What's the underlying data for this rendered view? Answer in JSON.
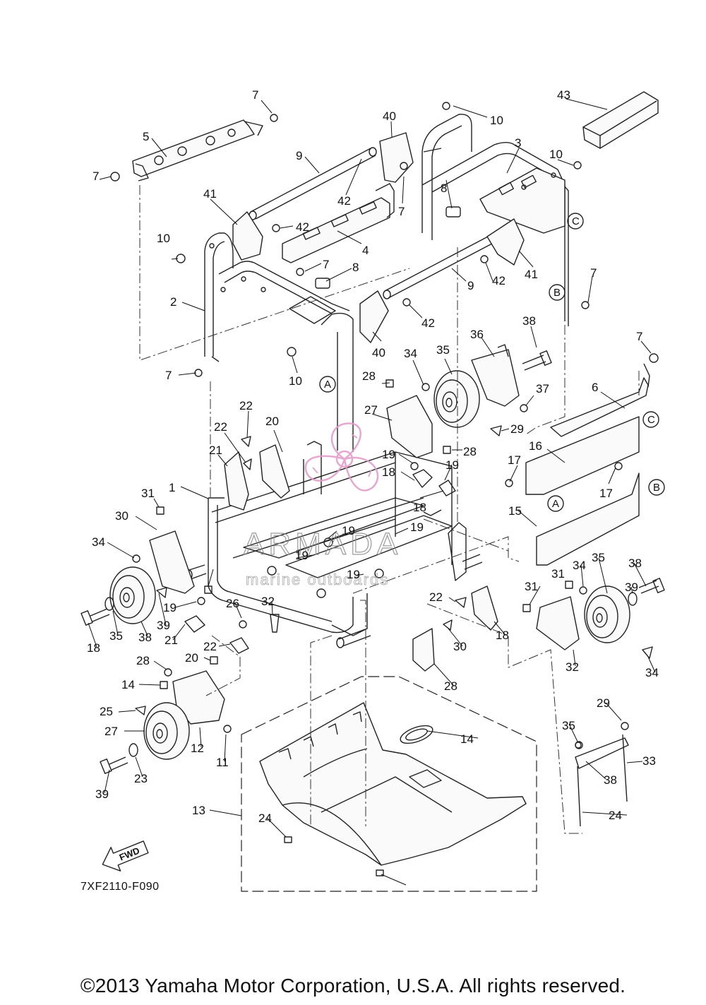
{
  "diagram": {
    "callouts": [
      {
        "id": "c7a",
        "text": "7"
      },
      {
        "id": "c5",
        "text": "5"
      },
      {
        "id": "c7b",
        "text": "7"
      },
      {
        "id": "c9a",
        "text": "9"
      },
      {
        "id": "c40a",
        "text": "40"
      },
      {
        "id": "c10a",
        "text": "10"
      },
      {
        "id": "c43",
        "text": "43"
      },
      {
        "id": "c3",
        "text": "3"
      },
      {
        "id": "c10b",
        "text": "10"
      },
      {
        "id": "c42a",
        "text": "42"
      },
      {
        "id": "c7c",
        "text": "7"
      },
      {
        "id": "c8a",
        "text": "8"
      },
      {
        "id": "c41a",
        "text": "41"
      },
      {
        "id": "c42b",
        "text": "42"
      },
      {
        "id": "c4",
        "text": "4"
      },
      {
        "id": "c10c",
        "text": "10"
      },
      {
        "id": "c7d",
        "text": "7"
      },
      {
        "id": "c8b",
        "text": "8"
      },
      {
        "id": "c9b",
        "text": "9"
      },
      {
        "id": "c42c",
        "text": "42"
      },
      {
        "id": "c41b",
        "text": "41"
      },
      {
        "id": "c7e",
        "text": "7"
      },
      {
        "id": "c2",
        "text": "2"
      },
      {
        "id": "c42d",
        "text": "42"
      },
      {
        "id": "c38a",
        "text": "38"
      },
      {
        "id": "c36",
        "text": "36"
      },
      {
        "id": "c40b",
        "text": "40"
      },
      {
        "id": "c7f",
        "text": "7"
      },
      {
        "id": "c10d",
        "text": "10"
      },
      {
        "id": "c35a",
        "text": "35"
      },
      {
        "id": "c34a",
        "text": "34"
      },
      {
        "id": "c7g",
        "text": "7"
      },
      {
        "id": "c28a",
        "text": "28"
      },
      {
        "id": "c37",
        "text": "37"
      },
      {
        "id": "c6",
        "text": "6"
      },
      {
        "id": "c27a",
        "text": "27"
      },
      {
        "id": "c29a",
        "text": "29"
      },
      {
        "id": "c22a",
        "text": "22"
      },
      {
        "id": "c20a",
        "text": "20"
      },
      {
        "id": "c22b",
        "text": "22"
      },
      {
        "id": "c28b",
        "text": "28"
      },
      {
        "id": "c16",
        "text": "16"
      },
      {
        "id": "c21a",
        "text": "21"
      },
      {
        "id": "c19a",
        "text": "19"
      },
      {
        "id": "c19b",
        "text": "19"
      },
      {
        "id": "c17a",
        "text": "17"
      },
      {
        "id": "c18a",
        "text": "18"
      },
      {
        "id": "c17b",
        "text": "17"
      },
      {
        "id": "c1",
        "text": "1"
      },
      {
        "id": "c18b",
        "text": "18"
      },
      {
        "id": "c31a",
        "text": "31"
      },
      {
        "id": "c15",
        "text": "15"
      },
      {
        "id": "c30a",
        "text": "30"
      },
      {
        "id": "c19c",
        "text": "19"
      },
      {
        "id": "c19d",
        "text": "19"
      },
      {
        "id": "c34b",
        "text": "34"
      },
      {
        "id": "c19e",
        "text": "19"
      },
      {
        "id": "c35b",
        "text": "35"
      },
      {
        "id": "c19f",
        "text": "19"
      },
      {
        "id": "c38b",
        "text": "38"
      },
      {
        "id": "c34c",
        "text": "34"
      },
      {
        "id": "c31b",
        "text": "31"
      },
      {
        "id": "c39a",
        "text": "39"
      },
      {
        "id": "c31c",
        "text": "31"
      },
      {
        "id": "c22c",
        "text": "22"
      },
      {
        "id": "c19g",
        "text": "19"
      },
      {
        "id": "c26",
        "text": "26"
      },
      {
        "id": "c32a",
        "text": "32"
      },
      {
        "id": "c39b",
        "text": "39"
      },
      {
        "id": "c35c",
        "text": "35"
      },
      {
        "id": "c38c",
        "text": "38"
      },
      {
        "id": "c18c",
        "text": "18"
      },
      {
        "id": "c21b",
        "text": "21"
      },
      {
        "id": "c18d",
        "text": "18"
      },
      {
        "id": "c22d",
        "text": "22"
      },
      {
        "id": "c30b",
        "text": "30"
      },
      {
        "id": "c32b",
        "text": "32"
      },
      {
        "id": "c34d",
        "text": "34"
      },
      {
        "id": "c28c",
        "text": "28"
      },
      {
        "id": "c20b",
        "text": "20"
      },
      {
        "id": "c28d",
        "text": "28"
      },
      {
        "id": "c14a",
        "text": "14"
      },
      {
        "id": "c29b",
        "text": "29"
      },
      {
        "id": "c25",
        "text": "25"
      },
      {
        "id": "c14b",
        "text": "14"
      },
      {
        "id": "c35d",
        "text": "35"
      },
      {
        "id": "c27b",
        "text": "27"
      },
      {
        "id": "c12",
        "text": "12"
      },
      {
        "id": "c33",
        "text": "33"
      },
      {
        "id": "c11",
        "text": "11"
      },
      {
        "id": "c38d",
        "text": "38"
      },
      {
        "id": "c39c",
        "text": "39"
      },
      {
        "id": "c23",
        "text": "23"
      },
      {
        "id": "c13",
        "text": "13"
      },
      {
        "id": "c24a",
        "text": "24"
      },
      {
        "id": "c24b",
        "text": "24"
      }
    ],
    "reference_letters": [
      {
        "id": "rC1",
        "text": "C"
      },
      {
        "id": "rB1",
        "text": "B"
      },
      {
        "id": "rA1",
        "text": "A"
      },
      {
        "id": "rC2",
        "text": "C"
      },
      {
        "id": "rA2",
        "text": "A"
      },
      {
        "id": "rB2",
        "text": "B"
      }
    ],
    "fwd_label": "FWD",
    "watermark": {
      "brand": "ARMADA",
      "tagline": "marine outboards",
      "color": "#e08fc0"
    }
  },
  "document_code": "7XF2110-F090",
  "copyright": "©2013 Yamaha Motor Corporation, U.S.A. All rights reserved."
}
